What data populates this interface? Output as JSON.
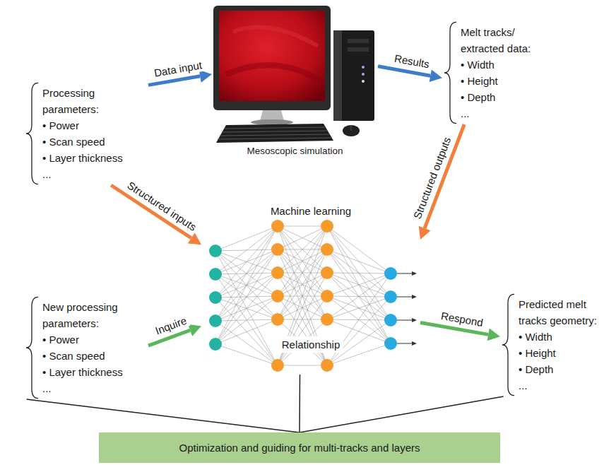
{
  "diagram": {
    "nodes": [
      {
        "text": [
          "Processing parameters:",
          "• Power",
          "• Scan speed",
          "• Layer thickness",
          "..."
        ]
      },
      {
        "text": [
          "Mesoscopic simulation"
        ]
      },
      {
        "text": [
          "Melt tracks/ extracted data:",
          "• Width",
          "• Height",
          "• Depth",
          "..."
        ]
      },
      {
        "text": [
          "Machine learning",
          "Relationship"
        ]
      },
      {
        "text": [
          "New processing parameters:",
          "• Power",
          "• Scan speed",
          "• Layer thickness",
          "..."
        ]
      },
      {
        "text": [
          "Predicted melt tracks geometry:",
          "• Width",
          "• Height",
          "• Depth",
          "..."
        ]
      },
      {
        "text": [
          "Optimization and guiding for multi-tracks and layers"
        ]
      }
    ],
    "edges": [
      {
        "from": 0,
        "to": 1,
        "label": "Data input",
        "arrow": "to"
      },
      {
        "from": 1,
        "to": 2,
        "label": "Results",
        "arrow": "to"
      },
      {
        "from": 0,
        "to": 3,
        "label": "Structured inputs",
        "arrow": "to"
      },
      {
        "from": 2,
        "to": 3,
        "label": "Structured outputs",
        "arrow": "to"
      },
      {
        "from": 4,
        "to": 3,
        "label": "Inquire",
        "arrow": "to"
      },
      {
        "from": 3,
        "to": 5,
        "label": "Respond",
        "arrow": "to"
      },
      {
        "from": 4,
        "to": 6,
        "arrow": "none"
      },
      {
        "from": 3,
        "to": 6,
        "arrow": "none"
      },
      {
        "from": 5,
        "to": 6,
        "arrow": "none"
      }
    ]
  }
}
